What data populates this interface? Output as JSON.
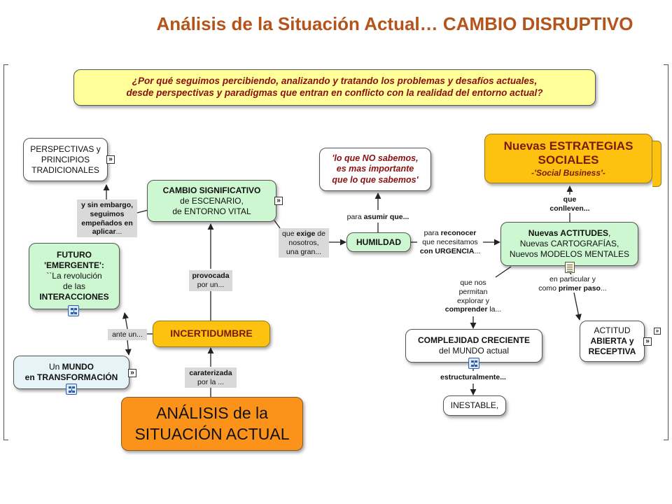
{
  "title": {
    "main": "Análisis de la Situación Actual",
    "dots": "…",
    "accent": "CAMBIO DISRUPTIVO"
  },
  "nodes": {
    "question": {
      "l1": "¿Por qué seguimos percibiendo, analizando y tratando los problemas y desafíos actuales,",
      "l2": "desde perspectivas y paradigmas que entran en conflicto con la realidad del entorno actual?"
    },
    "perspectivas": {
      "l1": "PERSPECTIVAS y",
      "l2": "PRINCIPIOS",
      "l3": "TRADICIONALES"
    },
    "cambio": {
      "l1": "CAMBIO SIGNIFICATIVO",
      "l2": "de ESCENARIO,",
      "l3": "de ENTORNO VITAL"
    },
    "lo_que_no": {
      "l1": "'lo que NO sabemos,",
      "l2": "es mas importante",
      "l3": "que lo que sabemos'"
    },
    "estrategias": {
      "l1": "Nuevas ESTRATEGIAS",
      "l2": "SOCIALES",
      "l3": "-'Social Business'-"
    },
    "futuro": {
      "l1": "FUTURO",
      "l2": "'EMERGENTE':",
      "l3": "``La revolución",
      "l4": "de las",
      "l5": "INTERACCIONES"
    },
    "humildad": {
      "l1": "HUMILDAD"
    },
    "actitudes": {
      "l1a": "Nuevas ACTITUDES",
      "l1b": ",",
      "l2": "Nuevas CARTOGRAFÍAS,",
      "l3": "Nuevos MODELOS MENTALES"
    },
    "incertidumbre": {
      "l1": "INCERTIDUMBRE"
    },
    "mundo": {
      "l1a": "Un ",
      "l1b": "MUNDO",
      "l2": "en TRANSFORMACIÓN"
    },
    "complejidad": {
      "l1": "COMPLEJIDAD CRECIENTE",
      "l2": "del MUNDO actual"
    },
    "actitud": {
      "l1": "ACTITUD",
      "l2": "ABIERTA y",
      "l3": "RECEPTIVA"
    },
    "inestable": {
      "l1": "INESTABLE,"
    },
    "analisis": {
      "l1": "ANÁLISIS de la",
      "l2": "SITUACIÓN ACTUAL"
    }
  },
  "links": {
    "sin_embargo": {
      "l1": "y sin embargo,",
      "l2": "seguimos",
      "l3": "empeñados en",
      "l4a": "aplicar",
      "l4b": "..."
    },
    "exige": {
      "l1a": "que ",
      "l1b": "exige",
      "l1c": " de",
      "l2": "nosotros,",
      "l3": "una gran..."
    },
    "asumir": {
      "l1a": "para ",
      "l1b": "asumir que..."
    },
    "reconocer": {
      "l1a": "para ",
      "l1b": "reconocer",
      "l2": "que necesitamos",
      "l3a": "con URGENCIA",
      "l3b": "..."
    },
    "conlleven": {
      "l1": "que",
      "l2": "conlleven..."
    },
    "provocada": {
      "l1": "provocada",
      "l2": "por un..."
    },
    "ante": {
      "l1": "ante un..."
    },
    "caraterizada": {
      "l1": "caraterizada",
      "l2": "por la ..."
    },
    "permitan": {
      "l1": "que nos",
      "l2": "permitan",
      "l3": "explorar y",
      "l4a": "comprender",
      "l4b": " la..."
    },
    "particular": {
      "l1": "en particular y",
      "l2a": "como ",
      "l2b": "primer paso",
      "l2c": "..."
    },
    "estructuralmente": {
      "l1": "estructuralmente..."
    }
  },
  "icons": {
    "expand": "»"
  },
  "colors": {
    "title": "#b5541a",
    "yellow": "#ffff9a",
    "green": "#ccf7d0",
    "gold": "#fcc20f",
    "orange": "#fb931a",
    "darkred": "#8b1010"
  }
}
